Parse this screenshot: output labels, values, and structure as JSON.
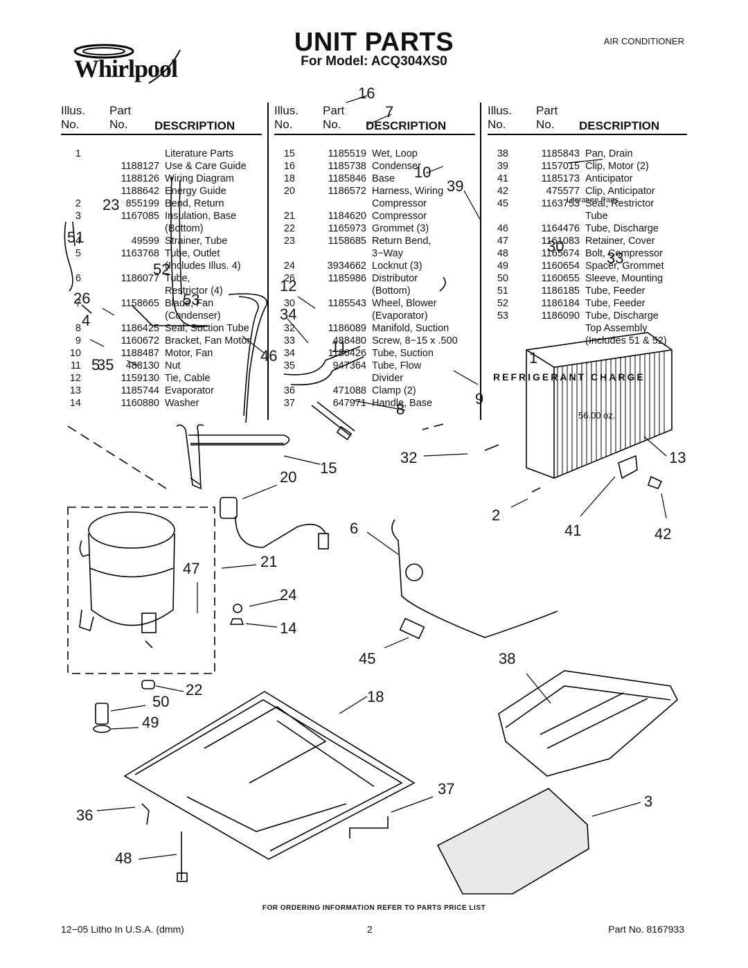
{
  "header": {
    "brand": "Whirlpool",
    "title": "UNIT PARTS",
    "subtitle": "For Model: ACQ304XS0",
    "category": "AIR CONDITIONER"
  },
  "column_headers": {
    "illus_line1": "Illus.",
    "illus_line2": "No.",
    "part_line1": "Part",
    "part_line2": "No.",
    "description": "DESCRIPTION"
  },
  "parts_col1": [
    {
      "illus": "1",
      "part": "",
      "desc": "Literature Parts"
    },
    {
      "illus": "",
      "part": "1188127",
      "desc": "Use & Care Guide"
    },
    {
      "illus": "",
      "part": "1188126",
      "desc": "Wiring Diagram"
    },
    {
      "illus": "",
      "part": "1188642",
      "desc": "Energy Guide"
    },
    {
      "illus": "",
      "part": "",
      "desc": ""
    },
    {
      "illus": "2",
      "part": "855199",
      "desc": "Bend, Return"
    },
    {
      "illus": "3",
      "part": "1167085",
      "desc": "Insulation, Base"
    },
    {
      "illus": "",
      "part": "",
      "desc": "(Bottom)"
    },
    {
      "illus": "4",
      "part": "49599",
      "desc": "Strainer, Tube"
    },
    {
      "illus": "5",
      "part": "1163768",
      "desc": "Tube, Outlet"
    },
    {
      "illus": "",
      "part": "",
      "desc": "(Includes Illus. 4)"
    },
    {
      "illus": "6",
      "part": "1186077",
      "desc": "Tube,"
    },
    {
      "illus": "",
      "part": "",
      "desc": "Restrictor (4)"
    },
    {
      "illus": "7",
      "part": "1158665",
      "desc": "Blade, Fan"
    },
    {
      "illus": "",
      "part": "",
      "desc": "(Condenser)"
    },
    {
      "illus": "8",
      "part": "1186425",
      "desc": "Seal, Suction Tube"
    },
    {
      "illus": "9",
      "part": "1160672",
      "desc": "Bracket, Fan Motor"
    },
    {
      "illus": "10",
      "part": "1188487",
      "desc": "Motor, Fan"
    },
    {
      "illus": "11",
      "part": "488130",
      "desc": "Nut"
    },
    {
      "illus": "12",
      "part": "1159130",
      "desc": "Tie, Cable"
    },
    {
      "illus": "13",
      "part": "1185744",
      "desc": "Evaporator"
    },
    {
      "illus": "14",
      "part": "1160880",
      "desc": "Washer"
    }
  ],
  "parts_col2": [
    {
      "illus": "15",
      "part": "1185519",
      "desc": "Wet, Loop"
    },
    {
      "illus": "16",
      "part": "1185738",
      "desc": "Condenser"
    },
    {
      "illus": "18",
      "part": "1185846",
      "desc": "Base"
    },
    {
      "illus": "20",
      "part": "1186572",
      "desc": "Harness, Wiring"
    },
    {
      "illus": "",
      "part": "",
      "desc": "Compressor"
    },
    {
      "illus": "21",
      "part": "1184620",
      "desc": "Compressor"
    },
    {
      "illus": "22",
      "part": "1165973",
      "desc": "Grommet (3)"
    },
    {
      "illus": "23",
      "part": "1158685",
      "desc": "Return Bend,"
    },
    {
      "illus": "",
      "part": "",
      "desc": "3−Way"
    },
    {
      "illus": "24",
      "part": "3934662",
      "desc": "Locknut (3)"
    },
    {
      "illus": "26",
      "part": "1185986",
      "desc": "Distributor"
    },
    {
      "illus": "",
      "part": "",
      "desc": "(Bottom)"
    },
    {
      "illus": "30",
      "part": "1185543",
      "desc": "Wheel, Blower"
    },
    {
      "illus": "",
      "part": "",
      "desc": "(Evaporator)"
    },
    {
      "illus": "32",
      "part": "1186089",
      "desc": "Manifold, Suction"
    },
    {
      "illus": "33",
      "part": "488480",
      "desc": "Screw, 8−15 x .500"
    },
    {
      "illus": "34",
      "part": "1186426",
      "desc": "Tube, Suction"
    },
    {
      "illus": "35",
      "part": "947364",
      "desc": "Tube, Flow"
    },
    {
      "illus": "",
      "part": "",
      "desc": "Divider"
    },
    {
      "illus": "36",
      "part": "471088",
      "desc": "Clamp (2)"
    },
    {
      "illus": "37",
      "part": "647971",
      "desc": "Handle, Base"
    }
  ],
  "parts_col3": [
    {
      "illus": "38",
      "part": "1185843",
      "desc": "Pan, Drain"
    },
    {
      "illus": "39",
      "part": "1157015",
      "desc": "Clip, Motor (2)"
    },
    {
      "illus": "41",
      "part": "1185173",
      "desc": "Anticipator"
    },
    {
      "illus": "42",
      "part": "475577",
      "desc": "Clip, Anticipator"
    },
    {
      "illus": "45",
      "part": "1163753",
      "desc": "Seal, Restrictor"
    },
    {
      "illus": "",
      "part": "",
      "desc": "Tube"
    },
    {
      "illus": "46",
      "part": "1164476",
      "desc": "Tube, Discharge"
    },
    {
      "illus": "47",
      "part": "1161083",
      "desc": "Retainer, Cover"
    },
    {
      "illus": "48",
      "part": "1165674",
      "desc": "Bolt, Compressor"
    },
    {
      "illus": "49",
      "part": "1160654",
      "desc": "Spacer, Grommet"
    },
    {
      "illus": "50",
      "part": "1160655",
      "desc": "Sleeve, Mounting"
    },
    {
      "illus": "51",
      "part": "1186185",
      "desc": "Tube, Feeder"
    },
    {
      "illus": "52",
      "part": "1186184",
      "desc": "Tube, Feeder"
    },
    {
      "illus": "53",
      "part": "1186090",
      "desc": "Tube, Discharge"
    },
    {
      "illus": "",
      "part": "",
      "desc": "Top Assembly"
    },
    {
      "illus": "",
      "part": "",
      "desc": "(Includes 51 & 52)"
    }
  ],
  "refrigerant": {
    "title": "REFRIGERANT CHARGE",
    "value": "56.00 oz."
  },
  "diagram": {
    "literature_parts_label": "Literature Parts",
    "callouts": [
      "16",
      "7",
      "10",
      "39",
      "1",
      "30",
      "33",
      "23",
      "51",
      "52",
      "53",
      "12",
      "34",
      "26",
      "4",
      "5",
      "35",
      "46",
      "11",
      "9",
      "8",
      "32",
      "13",
      "15",
      "20",
      "2",
      "41",
      "42",
      "6",
      "47",
      "21",
      "24",
      "14",
      "45",
      "38",
      "22",
      "50",
      "49",
      "18",
      "37",
      "3",
      "36",
      "48"
    ]
  },
  "footer": {
    "ordering_note": "FOR ORDERING INFORMATION REFER TO PARTS PRICE LIST",
    "litho": "12−05 Litho In U.S.A. (dmm)",
    "page": "2",
    "part_no": "Part No. 8167933"
  }
}
